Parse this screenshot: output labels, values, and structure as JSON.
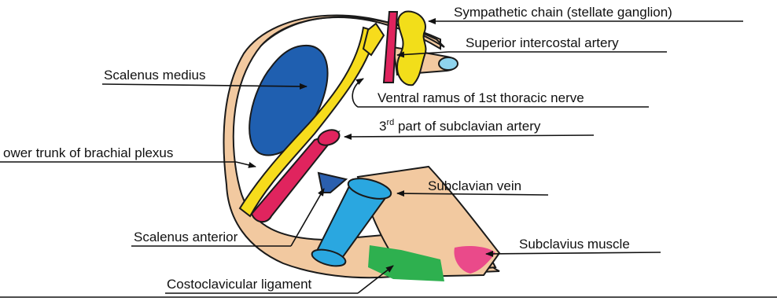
{
  "labels": {
    "sympathetic_chain": "Sympathetic chain (stellate ganglion)",
    "superior_intercostal": "Superior intercostal artery",
    "scalenus_medius": "Scalenus medius",
    "ventral_ramus": "Ventral ramus of 1st thoracic nerve",
    "subclavian_artery_prefix": "3",
    "subclavian_artery_sup": "rd",
    "subclavian_artery_rest": " part of subclavian artery",
    "lower_trunk": "ower trunk of brachial plexus",
    "subclavian_vein": "Subclavian vein",
    "scalenus_anterior": "Scalenus anterior",
    "subclavius_muscle": "Subclavius muscle",
    "costoclavicular": "Costoclavicular ligament"
  },
  "colors": {
    "rib": "#f2c9a0",
    "scalenus_medius": "#1f5fb0",
    "sympathetic_chain": "#f2de1a",
    "brachial_plexus": "#f7dc1c",
    "subclavian_artery": "#e0245e",
    "subclavian_vein": "#2aa7e0",
    "scalenus_anterior": "#2b5fae",
    "subclavius_muscle": "#ea4a8a",
    "ligament": "#2eb04f",
    "outline": "#1a1a1a"
  }
}
